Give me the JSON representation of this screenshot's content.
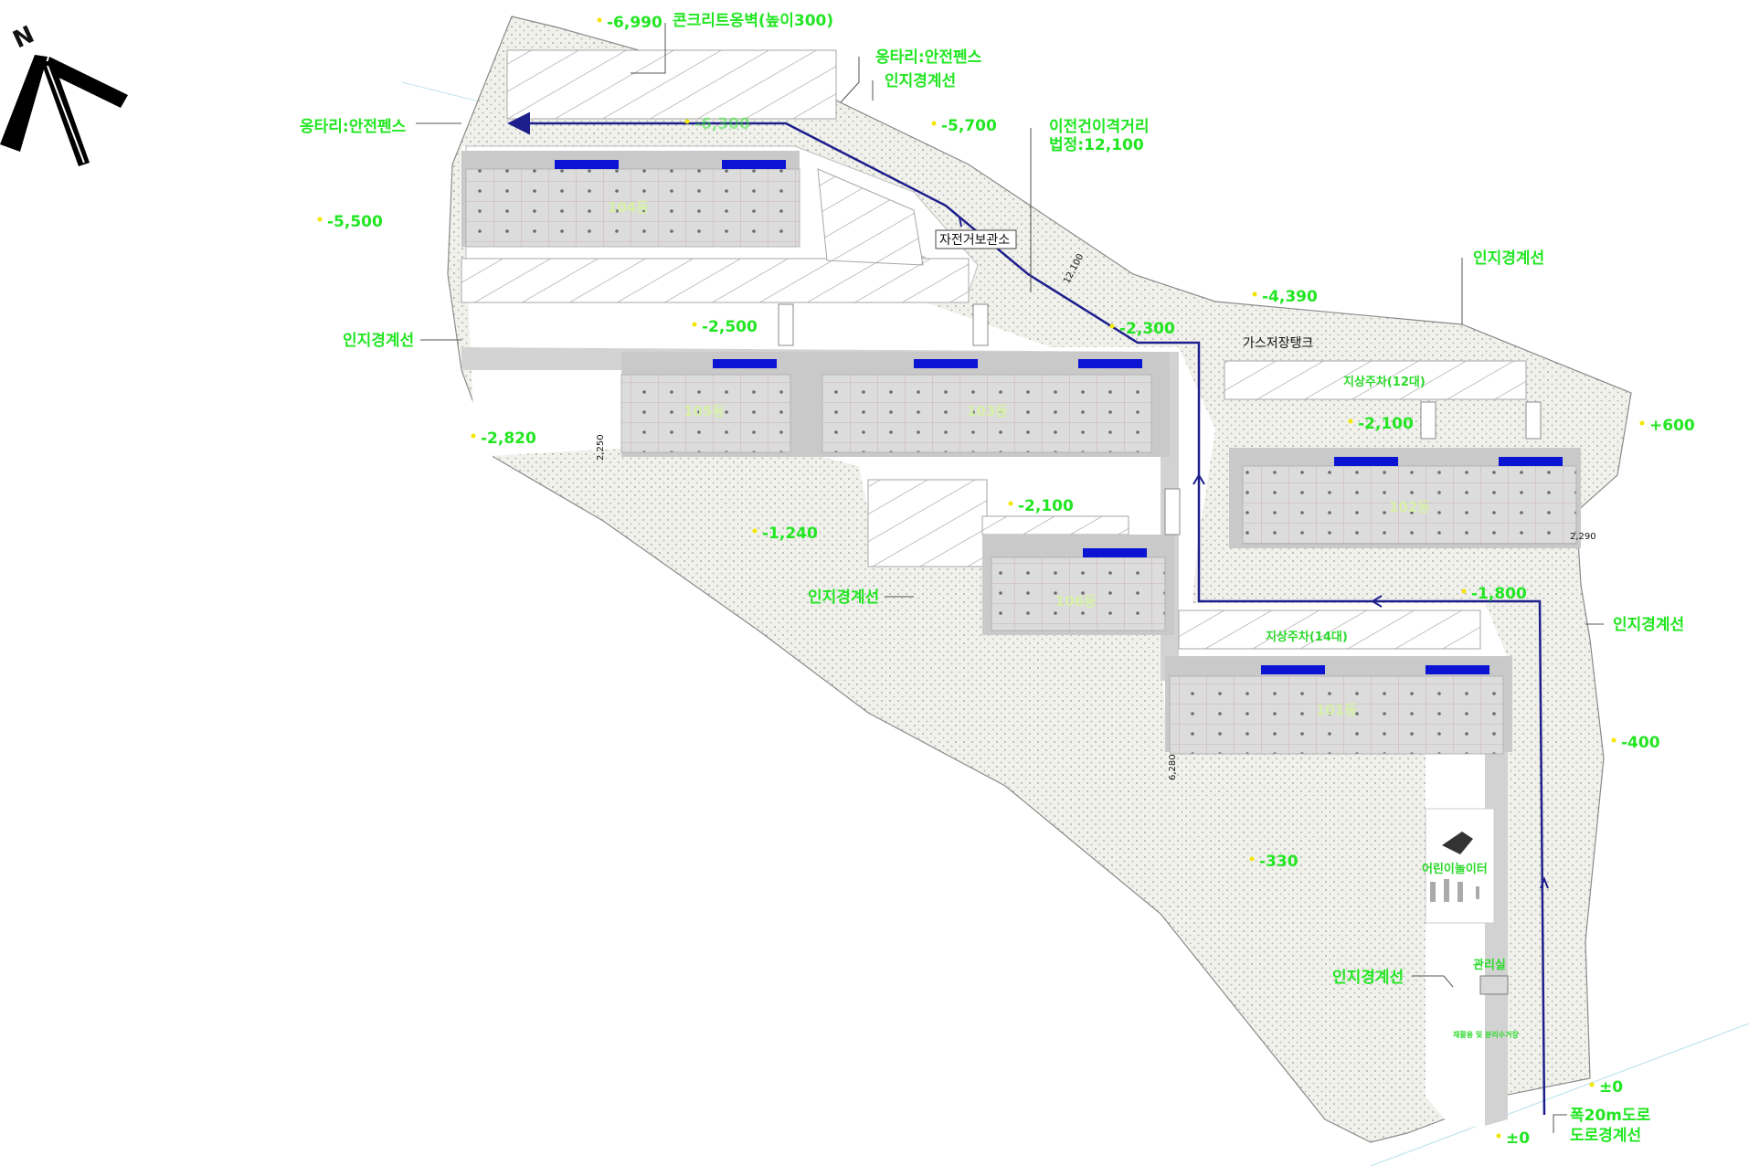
{
  "colors": {
    "label_green": "#22e622",
    "route_blue": "#1e1e8c",
    "entrance_blue": "#0a14d2",
    "landscape_fill": "#efefea",
    "building_fill": "#dadada",
    "road_fill": "#d0d0d0"
  },
  "north_arrow": {
    "letter": "N",
    "icon": "north-arrow-icon"
  },
  "buildings": {
    "b104": "104동",
    "b105": "105동",
    "b103": "103동",
    "b106": "106동",
    "b102": "102동",
    "b101": "101동"
  },
  "callouts": {
    "concrete_retaining_wall": "콘크리트옹벽(높이300)",
    "silo_safety_house_1": "옹타리:안전펜스",
    "silo_safety_house_2": "옹타리:안전펜스",
    "landscape_line_top": "인지경계선",
    "neighbor_distance_title": "이전건이격거리",
    "neighbor_distance_value": "법정:12,100",
    "landscape_line_right": "인지경계선",
    "landscape_line_left": "인지경계선",
    "landscape_line_mid": "인지경계선",
    "landscape_line_right2": "인지경계선",
    "landscape_line_bottom": "인지경계선",
    "bicycle_storage": "자전거보관소",
    "gas_storage_tank": "가스저장탱크",
    "ground_parking_1": "지상주차(12대)",
    "ground_parking_2": "지상주차(14대)",
    "children_playground": "어린이놀이터",
    "management_office": "관리실",
    "recycling": "재활용 및 분리수거장",
    "road_name": "폭20m도로",
    "road_boundary": "도로경계선"
  },
  "levels": {
    "l_top": "-6,990",
    "l_5700": "-5,700",
    "l_6300": "-6,300",
    "l_5500": "-5,500",
    "l_4390": "-4,390",
    "l_2500": "-2,500",
    "l_2300": "-2,300",
    "l_2820": "-2,820",
    "l_2100_a": "-2,100",
    "l_2100_b": "-2,100",
    "l_p600": "+600",
    "l_1240": "-1,240",
    "l_1800": "-1,800",
    "l_400": "-400",
    "l_330": "-330",
    "l_zero_a": "±0",
    "l_zero_b": "±0"
  },
  "dimensions": {
    "d_12100": "12,100",
    "d_2250": "2,250",
    "d_2290": "2,290",
    "d_6280": "6,280"
  }
}
